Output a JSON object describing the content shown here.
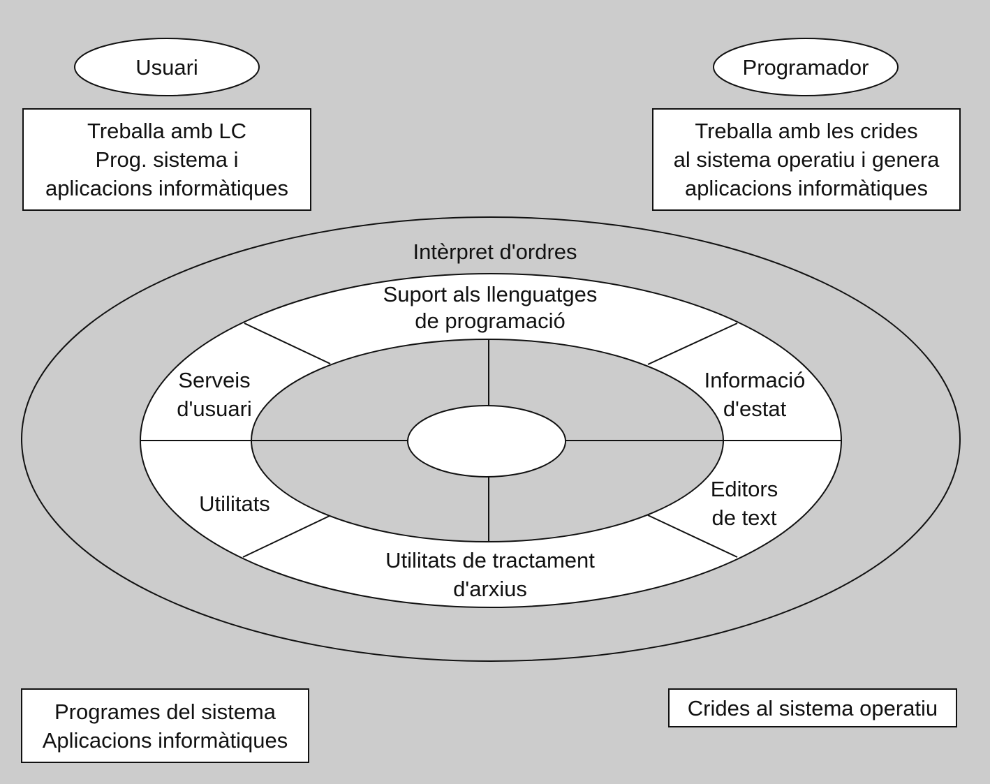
{
  "colors": {
    "background": "#cccccc",
    "fill": "#ffffff",
    "stroke": "#111111"
  },
  "actors": {
    "left": {
      "name": "Usuari",
      "description": "Treballa amb LC\nProg. sistema i\naplicacions informàtiques"
    },
    "right": {
      "name": "Programador",
      "description": "Treballa amb les crides\nal sistema operatiu i genera\naplicacions informàtiques"
    }
  },
  "rings": {
    "outer": "Intèrpret d'ordres",
    "segments": {
      "top": "Suport als llenguatges\nde programació",
      "upper_left": "Serveis\nd'usuari",
      "upper_right": "Informació\nd'estat",
      "lower_left": "Utilitats",
      "lower_right": "Editors\nde text",
      "bottom": "Utilitats de tractament\nd'arxius"
    }
  },
  "footer": {
    "left": "Programes del sistema\nAplicacions informàtiques",
    "right": "Crides al sistema operatiu"
  }
}
